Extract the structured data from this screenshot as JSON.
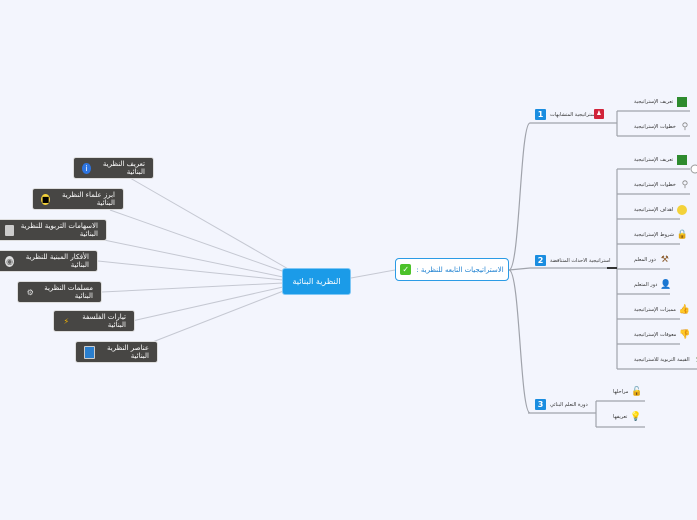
{
  "center": {
    "label": "النظرية البنائية"
  },
  "left_topics": [
    {
      "label": "تعريف النظرية البنائية",
      "icon": "info-icon"
    },
    {
      "label": "ابرز علماء النظرية البنائية",
      "icon": "sunglasses-smiley-icon"
    },
    {
      "label": "الاسهامات التربوية للنظرية البنائية",
      "icon": "folder-icon"
    },
    {
      "label": "الأفكار المبنية للنظرية البنائية",
      "icon": "disc-icon"
    },
    {
      "label": "مسلمات النظرية البنائية",
      "icon": "gear-icon"
    },
    {
      "label": "تيارات الفلسفة البنائية",
      "icon": "lightning-icon"
    },
    {
      "label": "عناصر النظرية البنائية",
      "icon": "monitor-icon"
    }
  ],
  "main_topic": {
    "label": "الاستراتيجيات التابعه للنظرية :",
    "icon": "checkmark-icon"
  },
  "branches": [
    {
      "number": "1",
      "label": "استراتيجية المتشابهات",
      "icon": "people-icon",
      "children": [
        {
          "label": "تعريف الإستراتيجية",
          "icon": "book-icon"
        },
        {
          "label": "خطوات الإستراتيجية",
          "icon": "magnifier-icon"
        }
      ]
    },
    {
      "number": "2",
      "label": "استراتيجية الاحداث المتناقضة",
      "children": [
        {
          "label": "تعريف الإستراتيجية",
          "icon": "book-icon"
        },
        {
          "label": "خطوات الإستراتيجية",
          "icon": "magnifier-icon"
        },
        {
          "label": "اهداف الإستراتيجية",
          "icon": "sunglasses-smiley-icon"
        },
        {
          "label": "شروط الإستراتيجية",
          "icon": "lock-icon"
        },
        {
          "label": "دور المعلم",
          "icon": "gavel-icon"
        },
        {
          "label": "دور المتعلم",
          "icon": "user-icon"
        },
        {
          "label": "مميزات الإستراتيجية",
          "icon": "thumbs-up-icon"
        },
        {
          "label": "معوقات الإستراتيجية",
          "icon": "thumbs-down-icon"
        },
        {
          "label": "القيمة التربوية للاستراتيجية",
          "icon": "money-bag-icon"
        }
      ]
    },
    {
      "number": "3",
      "label": "دورة التعلم البنائي",
      "children": [
        {
          "label": "مراحلها",
          "icon": "unlock-icon"
        },
        {
          "label": "تعريفها",
          "icon": "lightbulb-icon"
        }
      ]
    }
  ]
}
